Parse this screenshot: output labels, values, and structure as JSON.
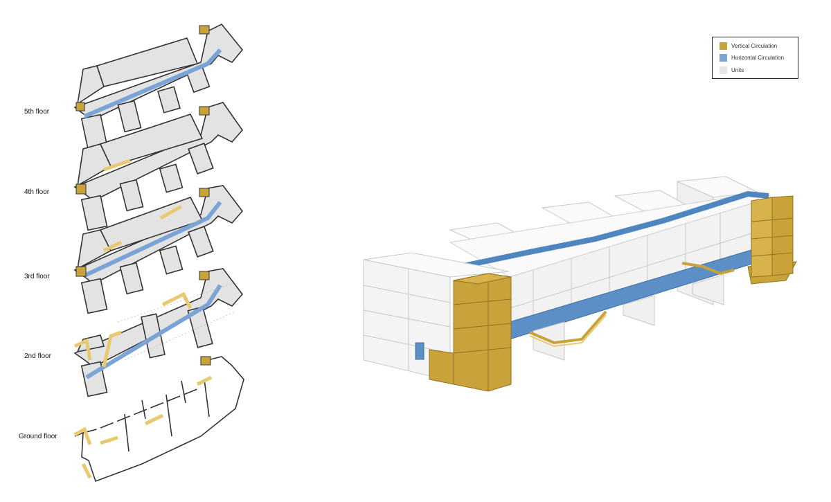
{
  "floors": [
    {
      "key": "fifth",
      "label": "5th floor"
    },
    {
      "key": "fourth",
      "label": "4th floor"
    },
    {
      "key": "third",
      "label": "3rd floor"
    },
    {
      "key": "second",
      "label": "2nd floor"
    },
    {
      "key": "ground",
      "label": "Ground floor"
    }
  ],
  "legend": {
    "items": [
      {
        "label": "Vertical Circulation",
        "color": "#c9a23a"
      },
      {
        "label": "Horizontal Circulation",
        "color": "#7aa3d6"
      },
      {
        "label": "Units",
        "color": "#e6e6e6"
      }
    ]
  },
  "colors": {
    "vertical": "#c9a23a",
    "vertical_light": "#e8c970",
    "horizontal": "#7aa3d6",
    "horizontal_dark": "#4f86c0",
    "units": "#e6e6e6",
    "unit_face_front": "#f3f3f3",
    "unit_face_top": "#fafafa",
    "outline": "#333333"
  }
}
